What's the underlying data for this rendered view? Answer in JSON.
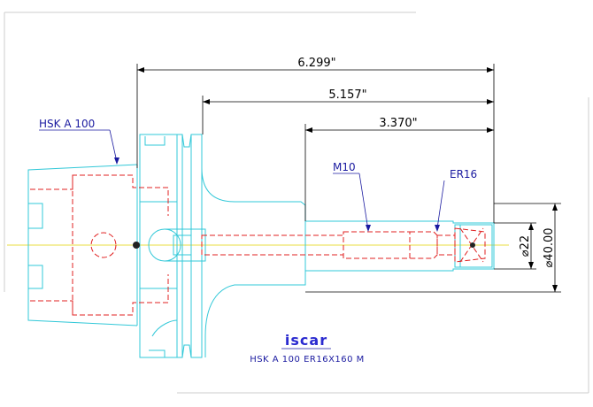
{
  "dimensions": {
    "overall_length": "6.299\"",
    "middle_length": "5.157\"",
    "short_length": "3.370\"",
    "diameter_small": "⌀22",
    "diameter_large": "⌀40.00"
  },
  "callouts": {
    "shank": "HSK A 100",
    "thread": "M10",
    "collet": "ER16"
  },
  "logo": "iscar",
  "model": "HSK A 100 ER16X160 M",
  "colors": {
    "outline": "#32c8d8",
    "hidden": "#e02020",
    "dimension": "#000000",
    "callout": "#1a1aa0",
    "centerline": "#e0d000"
  }
}
